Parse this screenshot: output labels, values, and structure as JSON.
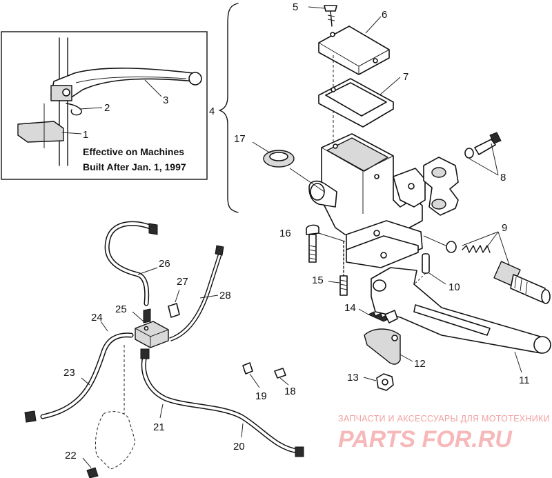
{
  "inset": {
    "note_line1": "Effective on Machines",
    "note_line2": "Built After Jan. 1, 1997"
  },
  "callouts": {
    "c1": "1",
    "c2": "2",
    "c3": "3",
    "c4": "4",
    "c5": "5",
    "c6": "6",
    "c7": "7",
    "c8": "8",
    "c9": "9",
    "c10": "10",
    "c11": "11",
    "c12": "12",
    "c13": "13",
    "c14": "14",
    "c15": "15",
    "c16": "16",
    "c17": "17",
    "c18": "18",
    "c19": "19",
    "c20": "20",
    "c21": "21",
    "c22": "22",
    "c23": "23",
    "c24": "24",
    "c25": "25",
    "c26": "26",
    "c27": "27",
    "c28": "28"
  },
  "watermark": {
    "tagline": "ЗАПЧАСТИ И АКСЕССУАРЫ ДЛЯ МОТОТЕХНИКИ",
    "logo": "PARTS FOR.RU"
  }
}
